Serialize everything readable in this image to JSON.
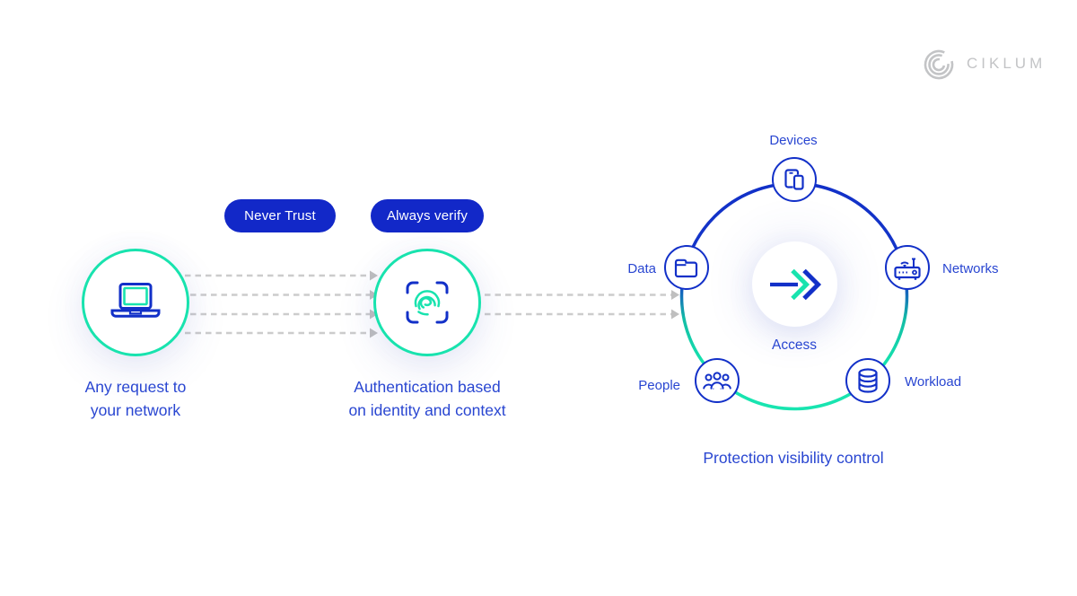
{
  "brand": {
    "name": "CIKLUM",
    "logo_icon": "ciklum-arcs-logo",
    "logo_color": "#c3c4c6"
  },
  "badges": {
    "never_trust": "Never Trust",
    "always_verify": "Always verify"
  },
  "request_node": {
    "icon": "laptop-icon",
    "line1": "Any request to",
    "line2": "your network"
  },
  "auth_node": {
    "icon": "fingerprint-scan-icon",
    "line1": "Authentication based",
    "line2": "on identity and context"
  },
  "ring": {
    "caption": "Protection visibility control",
    "center_label": "Access",
    "center_icon": "access-arrow-icon",
    "nodes": [
      {
        "label": "Devices",
        "icon": "devices-icon",
        "position": "top"
      },
      {
        "label": "Networks",
        "icon": "router-icon",
        "position": "right"
      },
      {
        "label": "Workload",
        "icon": "database-icon",
        "position": "bottom-right"
      },
      {
        "label": "People",
        "icon": "people-icon",
        "position": "bottom-left"
      },
      {
        "label": "Data",
        "icon": "folder-icon",
        "position": "left"
      }
    ]
  },
  "connectors": {
    "request_to_auth_arrows": 4,
    "auth_to_ring_arrows": 2,
    "style": "gray-dashed"
  },
  "colors": {
    "blue": "#1230c8",
    "badge_blue": "#1228c8",
    "teal": "#18e3ae",
    "text_blue": "#2946d1",
    "dash_gray": "#cccccc",
    "logo_gray": "#c3c4c6",
    "background": "#ffffff"
  }
}
